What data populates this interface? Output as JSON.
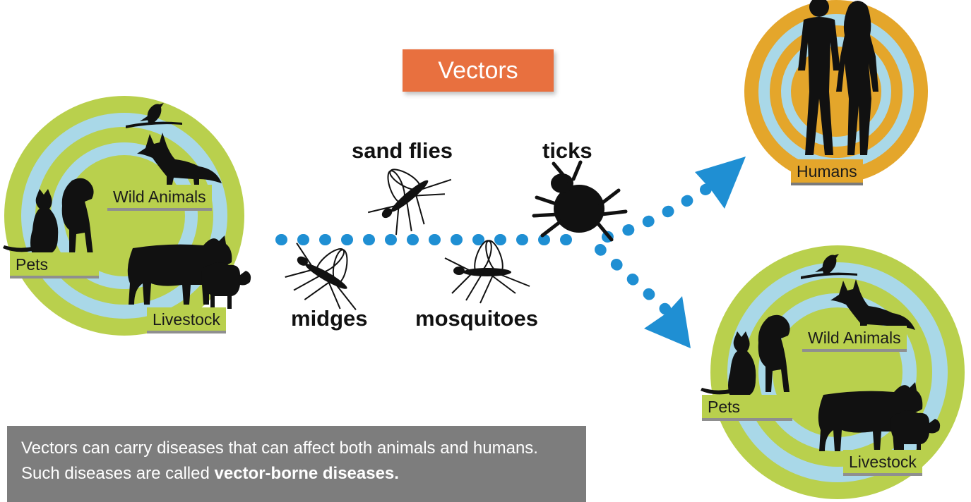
{
  "title": "Vectors",
  "vectors": {
    "sand_flies": "sand flies",
    "ticks": "ticks",
    "midges": "midges",
    "mosquitoes": "mosquitoes"
  },
  "hosts_left": {
    "wild": "Wild Animals",
    "pets": "Pets",
    "livestock": "Livestock"
  },
  "hosts_right": {
    "wild": "Wild Animals",
    "pets": "Pets",
    "livestock": "Livestock"
  },
  "humans": "Humans",
  "caption": {
    "line1": "Vectors can carry diseases that can affect both animals and humans.",
    "line2_prefix": "Such diseases are called ",
    "line2_bold": "vector-borne diseases."
  },
  "colors": {
    "green": "#b9d04d",
    "light_blue": "#a9d8e8",
    "orange": "#e4a62b",
    "arrow_blue": "#1f8fd3",
    "title_bg": "#e8703f",
    "caption_bg": "#7d7d7d"
  }
}
